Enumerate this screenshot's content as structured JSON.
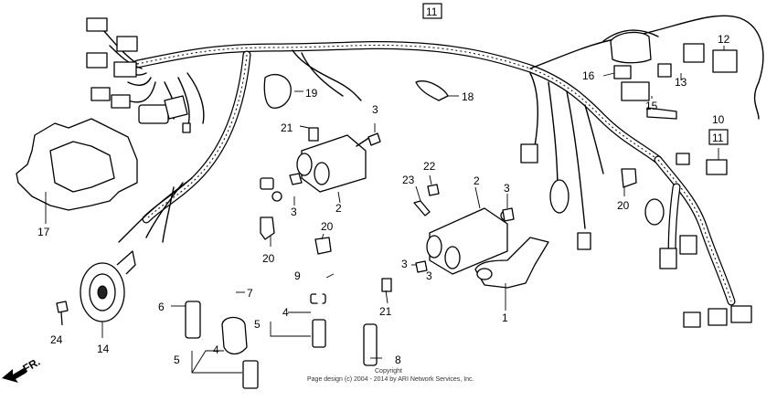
{
  "callouts": [
    {
      "id": "c1",
      "text": "1"
    },
    {
      "id": "c2a",
      "text": "2"
    },
    {
      "id": "c2b",
      "text": "2"
    },
    {
      "id": "c3a",
      "text": "3"
    },
    {
      "id": "c3b",
      "text": "3"
    },
    {
      "id": "c3c",
      "text": "3"
    },
    {
      "id": "c3d",
      "text": "3"
    },
    {
      "id": "c3e",
      "text": "3"
    },
    {
      "id": "c4a",
      "text": "4"
    },
    {
      "id": "c4b",
      "text": "4"
    },
    {
      "id": "c5a",
      "text": "5"
    },
    {
      "id": "c5b",
      "text": "5"
    },
    {
      "id": "c6",
      "text": "6"
    },
    {
      "id": "c7",
      "text": "7"
    },
    {
      "id": "c8",
      "text": "8"
    },
    {
      "id": "c9",
      "text": "9"
    },
    {
      "id": "c10",
      "text": "10"
    },
    {
      "id": "c12",
      "text": "12"
    },
    {
      "id": "c13",
      "text": "13"
    },
    {
      "id": "c14",
      "text": "14"
    },
    {
      "id": "c15",
      "text": "15"
    },
    {
      "id": "c16",
      "text": "16"
    },
    {
      "id": "c17",
      "text": "17"
    },
    {
      "id": "c18",
      "text": "18"
    },
    {
      "id": "c19",
      "text": "19"
    },
    {
      "id": "c20a",
      "text": "20"
    },
    {
      "id": "c20b",
      "text": "20"
    },
    {
      "id": "c20c",
      "text": "20"
    },
    {
      "id": "c21a",
      "text": "21"
    },
    {
      "id": "c21b",
      "text": "21"
    },
    {
      "id": "c22",
      "text": "22"
    },
    {
      "id": "c23",
      "text": "23"
    },
    {
      "id": "c24",
      "text": "24"
    }
  ],
  "boxed": [
    {
      "id": "b11a",
      "text": "11"
    },
    {
      "id": "b11b",
      "text": "11"
    }
  ],
  "direction": "FR.",
  "copyright": {
    "line1": "Copyright",
    "line2": "Page design (c) 2004 - 2014 by ARI Network Services, Inc."
  }
}
